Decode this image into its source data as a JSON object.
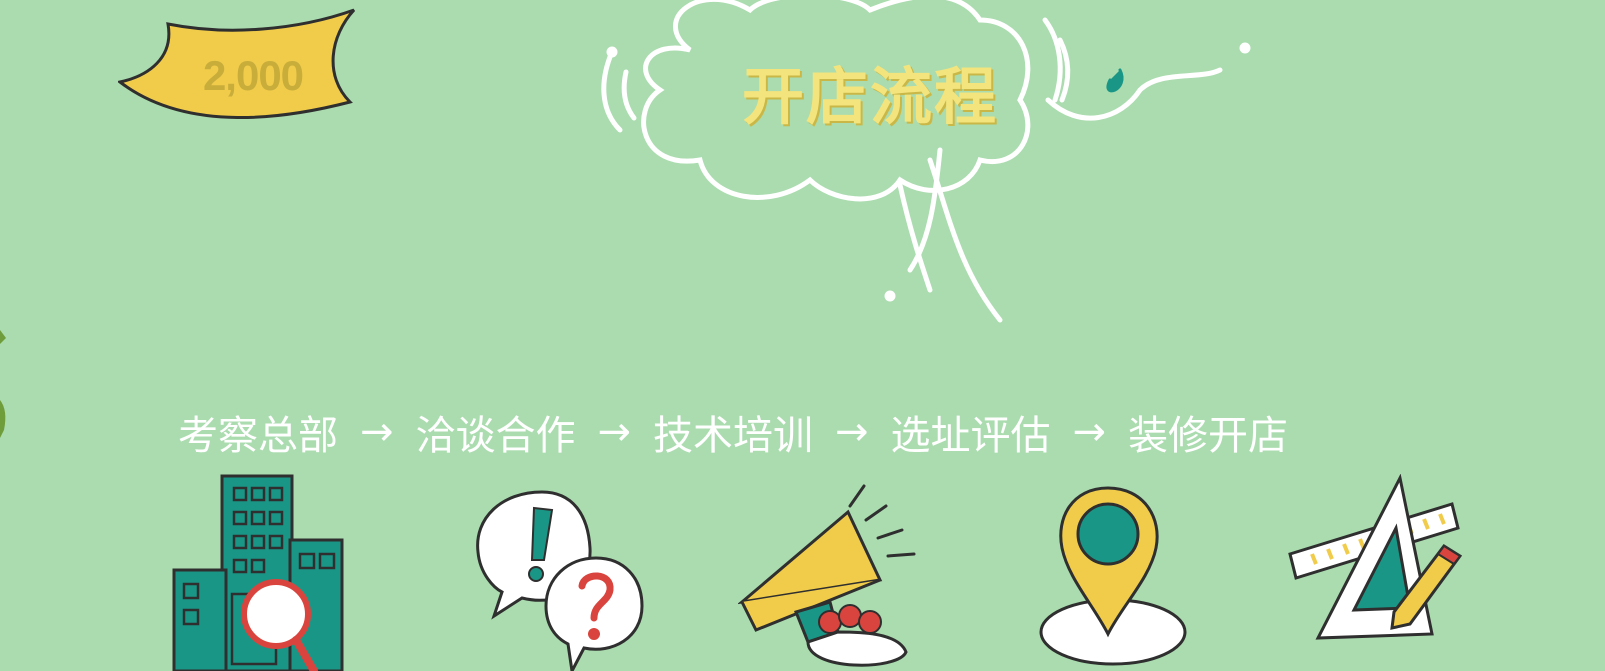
{
  "badge": {
    "text": "2,000"
  },
  "title": "开店流程",
  "steps": [
    {
      "label": "考察总部",
      "icon": "building-search-icon"
    },
    {
      "label": "洽谈合作",
      "icon": "speech-bubbles-icon"
    },
    {
      "label": "技术培训",
      "icon": "megaphone-icon"
    },
    {
      "label": "选址评估",
      "icon": "location-pin-icon"
    },
    {
      "label": "装修开店",
      "icon": "ruler-pencil-icon"
    }
  ],
  "arrow": "→",
  "colors": {
    "background": "#aadcaf",
    "teal": "#1a9686",
    "yellow": "#f1cc4b",
    "red": "#d9453e",
    "ink": "#2f2f2f",
    "white": "#ffffff"
  }
}
